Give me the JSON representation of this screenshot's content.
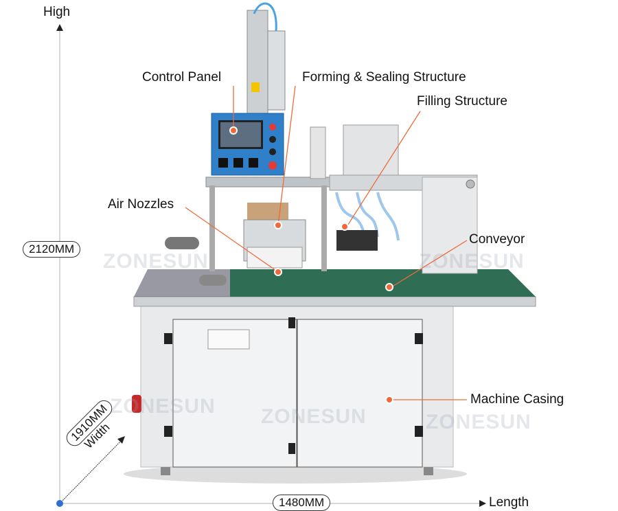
{
  "axes": {
    "high_label": "High",
    "length_label": "Length",
    "width_label": "Width",
    "height_value": "2120MM",
    "length_value": "1480MM",
    "width_value": "1910MM"
  },
  "callouts": [
    {
      "label": "Control Panel"
    },
    {
      "label": "Forming & Sealing Structure"
    },
    {
      "label": "Filling Structure"
    },
    {
      "label": "Air Nozzles"
    },
    {
      "label": "Conveyor"
    },
    {
      "label": "Machine Casing"
    }
  ],
  "watermark": "ZONESUN",
  "colors": {
    "callout": "#ef6a3a",
    "axis": "#c8ccd2",
    "axis_dot": "#2f6fd0",
    "conveyor": "#2f6e55",
    "panel": "#2f7fc9"
  }
}
